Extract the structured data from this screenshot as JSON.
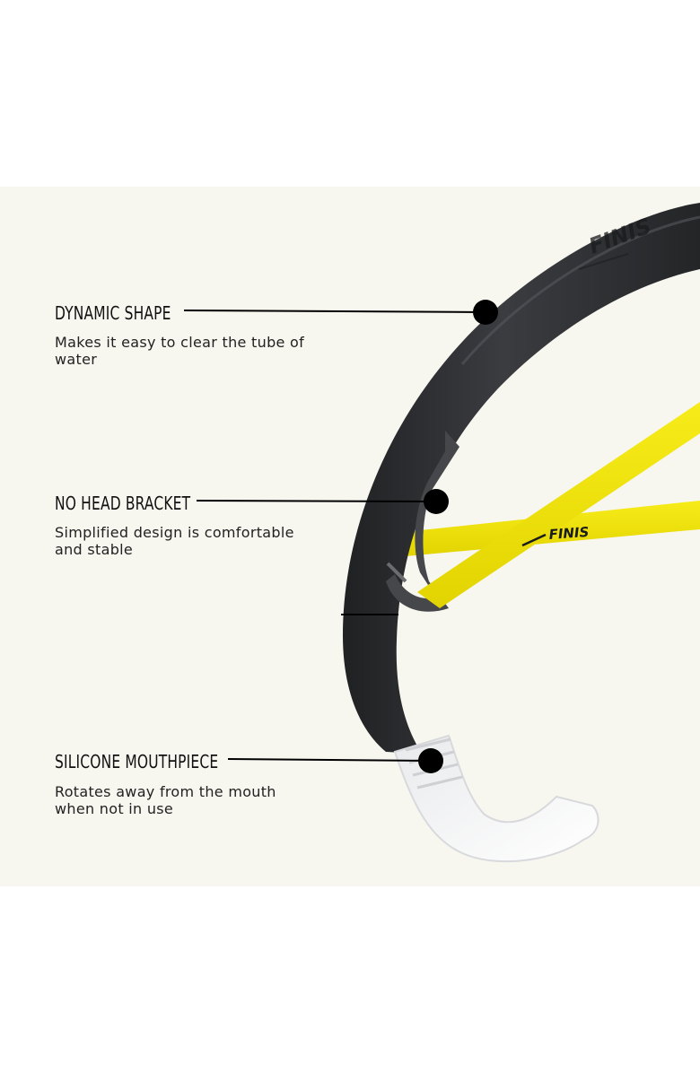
{
  "callouts": [
    {
      "title": "DYNAMIC SHAPE",
      "description": "Makes it easy to clear the tube of water"
    },
    {
      "title": "NO HEAD BRACKET",
      "description": "Simplified design is comfortable\nand stable"
    },
    {
      "title": "SILICONE MOUTHPIECE",
      "description": "Rotates away from the mouth\nwhen not in use"
    }
  ],
  "product": {
    "brand_mark_tube": "FINIS",
    "brand_mark_strap": "FINIS"
  },
  "colors": {
    "panel_background": "#f7f6ef",
    "tube": "#2b2d30",
    "strap": "#f3e600",
    "marker": "#000000"
  }
}
